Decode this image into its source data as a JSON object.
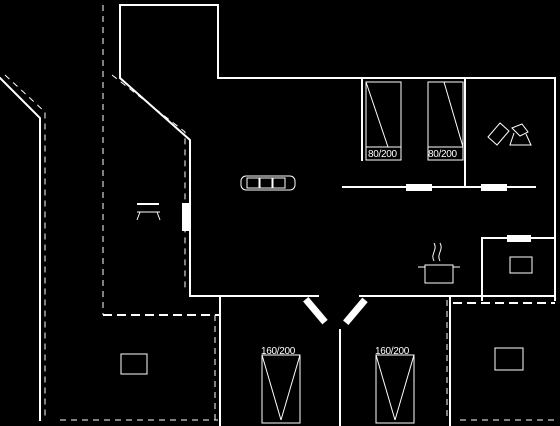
{
  "plan": {
    "colors": {
      "background": "#000000",
      "line": "#ffffff"
    },
    "bed_labels": [
      "160/200",
      "160/200"
    ],
    "bunk_labels": [
      "80/200",
      "80/200"
    ]
  }
}
